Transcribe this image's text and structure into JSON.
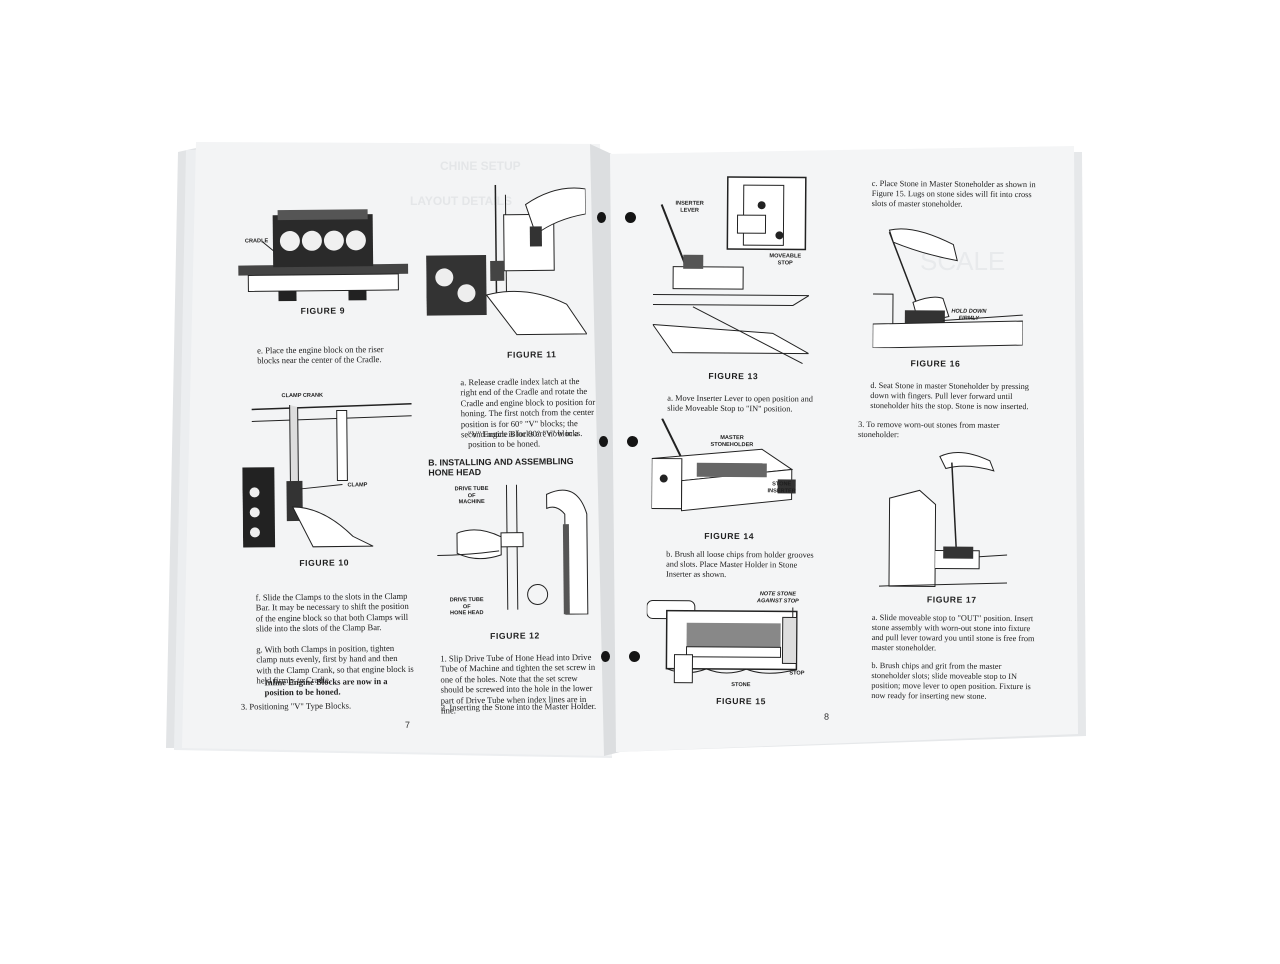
{
  "left_page": {
    "figures": {
      "fig9": {
        "caption": "FIGURE 9",
        "label_cradle": "CRADLE"
      },
      "fig10": {
        "caption": "FIGURE 10",
        "label_clamp_crank": "CLAMP CRANK",
        "label_clamp": "CLAMP"
      },
      "fig11": {
        "caption": "FIGURE 11"
      },
      "fig12": {
        "caption": "FIGURE 12",
        "label_drive_tube_machine": "DRIVE TUBE\nOF\nMACHINE",
        "label_drive_tube_hone": "DRIVE TUBE\nOF\nHONE HEAD"
      }
    },
    "step_e": "e. Place the engine block on the riser blocks near the center of the Cradle.",
    "step_f": "f. Slide the Clamps to the slots in the Clamp Bar. It may be necessary to shift the position of the engine block so that both Clamps will slide into the slots of the Clamp Bar.",
    "step_g": "g. With both Clamps in position, tighten clamp nuts evenly, first by hand and then with the Clamp Crank, so that engine block is held firmly to Cradle.",
    "step_g_note": "Inline Engine Blocks are now in a position to be honed.",
    "step_3": "3. Positioning \"V\" Type Blocks.",
    "step_a": "a. Release cradle index latch at the right end of the Cradle and rotate the Cradle and engine block to position for honing. The first notch from the center position is for 60° \"V\" blocks; the second notch is for 90° \"V\" blocks.",
    "step_a_note": "\"V\" Engine Blocks are now in a position to be honed.",
    "section_b": "B. INSTALLING AND ASSEMBLING HONE HEAD",
    "step_1": "1. Slip Drive Tube of Hone Head into Drive Tube of Machine and tighten the set screw in one of the holes. Note that the set screw should be screwed into the hole in the lower part of Drive Tube when index lines are in line.",
    "step_2": "2. Inserting the Stone into the Master Holder.",
    "page_number": "7"
  },
  "right_page": {
    "figures": {
      "fig13": {
        "caption": "FIGURE 13",
        "label_inserter_lever": "INSERTER\nLEVER",
        "label_moveable_stop": "MOVEABLE\nSTOP"
      },
      "fig14": {
        "caption": "FIGURE 14",
        "label_master_stoneholder": "MASTER\nSTONEHOLDER",
        "label_stone_inserter": "STONE\nINSERTER"
      },
      "fig15": {
        "caption": "FIGURE 15",
        "label_note": "NOTE STONE\nAGAINST STOP",
        "label_stone": "STONE",
        "label_stop": "STOP"
      },
      "fig16": {
        "caption": "FIGURE 16",
        "label_hold_down": "HOLD DOWN\nFIRMLY"
      },
      "fig17": {
        "caption": "FIGURE 17"
      }
    },
    "step_a13": "a. Move Inserter Lever to open position and slide Moveable Stop to \"IN\" position.",
    "step_b14": "b. Brush all loose chips from holder grooves and slots. Place Master Holder in Stone Inserter as shown.",
    "step_c": "c. Place Stone in Master Stoneholder as shown in Figure 15. Lugs on stone sides will fit into cross slots of master stoneholder.",
    "step_d": "d. Seat Stone in master Stoneholder by pressing down with fingers. Pull lever forward until stoneholder hits the stop. Stone is now inserted.",
    "step_3r": "3. To remove worn-out stones from master stoneholder:",
    "step_a17": "a. Slide moveable stop to \"OUT\" position. Insert stone assembly with worn-out stone into fixture and pull lever toward you until stone is free from master stoneholder.",
    "step_b17": "b. Brush chips and grit from the master stoneholder slots; slide moveable stop to IN position; move lever to open position. Fixture is now ready for inserting new stone.",
    "page_number": "8"
  },
  "colors": {
    "paper": "#f3f4f5",
    "paper_shadow": "#d9dbdd",
    "ink": "#1e1e1e",
    "background": "#ffffff"
  }
}
